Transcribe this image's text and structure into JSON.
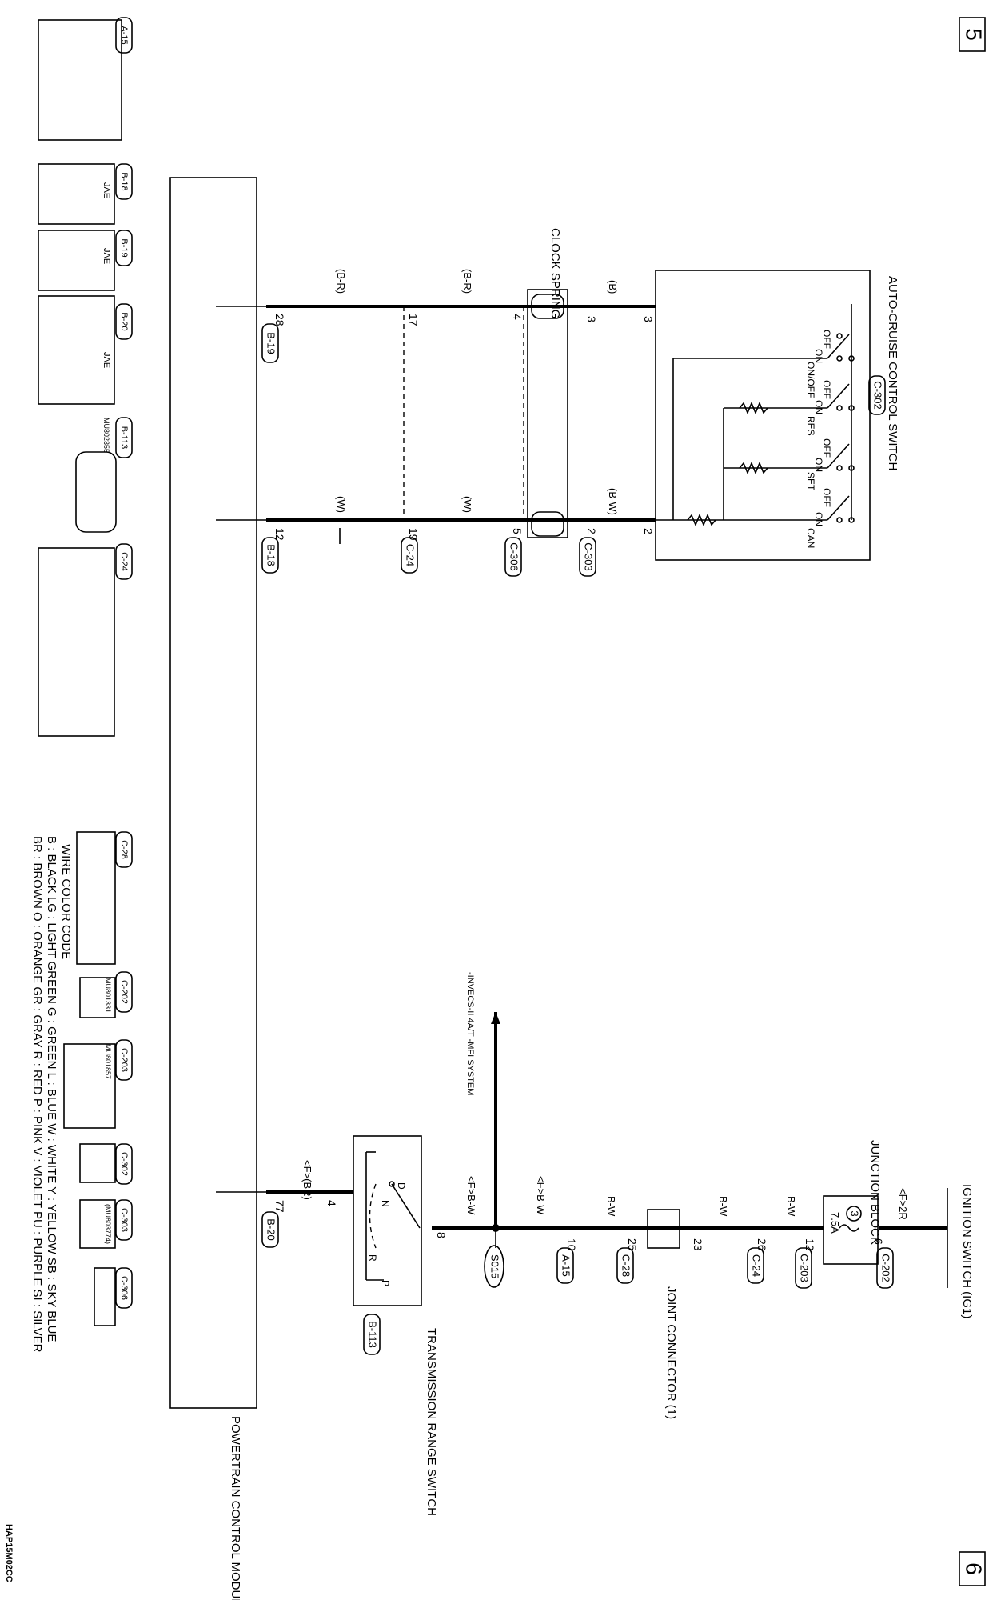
{
  "page_markers": {
    "top_right": "5",
    "bottom_right": "6"
  },
  "diagram_code": "HAP15M02CC",
  "components": {
    "auto_cruise": "AUTO-CRUISE CONTROL SWITCH",
    "auto_cruise_conn": "C-302",
    "clock_spring": "CLOCK SPRING",
    "ignition": "IGNITION SWITCH (IG1)",
    "junction": "JUNCTION BLOCK",
    "fuse": "7.5A",
    "fuse_no": "3",
    "joint": "JOINT CONNECTOR (1)",
    "trs": "TRANSMISSION RANGE SWITCH",
    "trs_conn": "B-113",
    "pcm": "POWERTRAIN CONTROL MODULE",
    "splice": "S015",
    "system_note": "-INVECS-II 4A/T -MFI SYSTEM"
  },
  "switch_labels": {
    "off1": "OFF",
    "on_off": "ON/OFF",
    "on1": "ON",
    "off2": "OFF",
    "res": "RES",
    "on2": "ON",
    "off3": "OFF",
    "set": "SET",
    "on3": "ON",
    "off4": "OFF",
    "can": "CAN",
    "on4": "ON"
  },
  "wires": {
    "b": "(B)",
    "bw_paren": "(B-W)",
    "br1": "(B-R)",
    "br2": "(B-R)",
    "w1": "(W)",
    "w2": "(W)",
    "f2r": "<F>2R",
    "bw1": "B-W",
    "bw2": "B-W",
    "bw3": "B-W",
    "fbw1": "<F>B-W",
    "fbw2": "<F>B-W",
    "fbr": "<F>(BR)"
  },
  "pins": {
    "p3a": "3",
    "p3b": "3",
    "p4": "4",
    "p17": "17",
    "p28": "28",
    "p2a": "2",
    "p2b": "2",
    "p5": "5",
    "p19": "19",
    "p12": "12",
    "p6": "6",
    "p12b": "12",
    "p26": "26",
    "p23": "23",
    "p25": "25",
    "p10": "10",
    "p8": "8",
    "p4b": "4",
    "p77": "77"
  },
  "conn_refs": {
    "c303": "C-303",
    "c306": "C-306",
    "c24": "C-24",
    "b18": "B-18",
    "b19": "B-19",
    "c202": "C-202",
    "c203": "C-203",
    "c24b": "C-24",
    "c28": "C-28",
    "a15": "A-15",
    "b20": "B-20"
  },
  "trs_positions": {
    "p": "P",
    "r": "R",
    "n": "N",
    "d": "D"
  },
  "connector_views": [
    {
      "label": "A-15"
    },
    {
      "label": "B-18",
      "maker": "JAE"
    },
    {
      "label": "B-19",
      "maker": "JAE"
    },
    {
      "label": "B-20",
      "maker": "JAE"
    },
    {
      "label": "B-113",
      "part": "MU802355"
    },
    {
      "label": "C-24"
    },
    {
      "label": "C-28"
    },
    {
      "label": "C-202",
      "part": "MU801331"
    },
    {
      "label": "C-203",
      "part": "MU801857"
    },
    {
      "label": "C-302"
    },
    {
      "label": "C-303",
      "part": "(MU803774)"
    },
    {
      "label": "C-306"
    }
  ],
  "wire_color_code": {
    "title": "WIRE COLOR CODE",
    "row1": "B : BLACK    LG : LIGHT GREEN    G : GREEN    L : BLUE    W : WHITE    Y : YELLOW    SB : SKY BLUE",
    "row2": "BR : BROWN    O : ORANGE    GR : GRAY    R : RED    P : PINK    V : VIOLET    PU : PURPLE    SI : SILVER"
  }
}
